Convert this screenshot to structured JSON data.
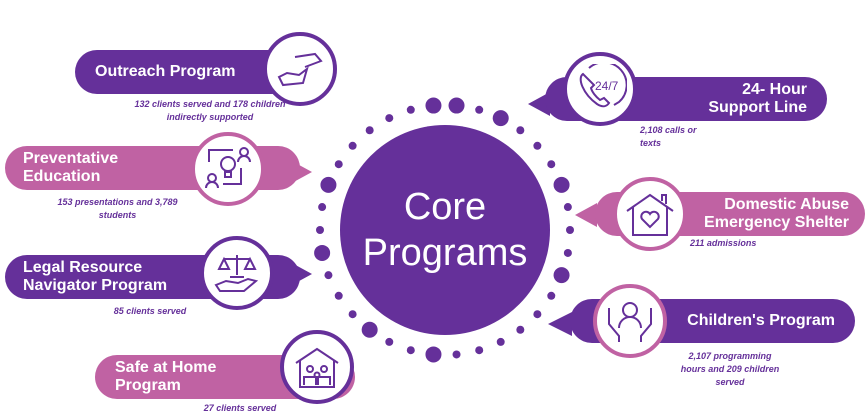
{
  "center": {
    "line1": "Core",
    "line2": "Programs"
  },
  "colors": {
    "purple": "#65309a",
    "pink": "#c062a3"
  },
  "programs": [
    {
      "title": "Outreach Program",
      "caption": "132 clients served and 178 children indirectly supported",
      "icon": "hands-icon"
    },
    {
      "title": "Preventative Education",
      "caption": "153 presentations and 3,789 students",
      "icon": "lightbulb-people-icon"
    },
    {
      "title": "Legal Resource Navigator Program",
      "caption": "85 clients served",
      "icon": "scales-hand-icon"
    },
    {
      "title": "Safe at Home Program",
      "caption": "27 clients served",
      "icon": "family-house-icon"
    },
    {
      "title": "24- Hour Support Line",
      "caption": "2,108 calls or texts",
      "icon": "phone-24-7-icon",
      "icon_text": "24/7"
    },
    {
      "title": "Domestic Abuse Emergency Shelter",
      "caption": "211 admissions",
      "icon": "house-heart-icon"
    },
    {
      "title": "Children's Program",
      "caption": "2,107 programming hours and 209 children served",
      "icon": "hands-child-icon"
    }
  ]
}
